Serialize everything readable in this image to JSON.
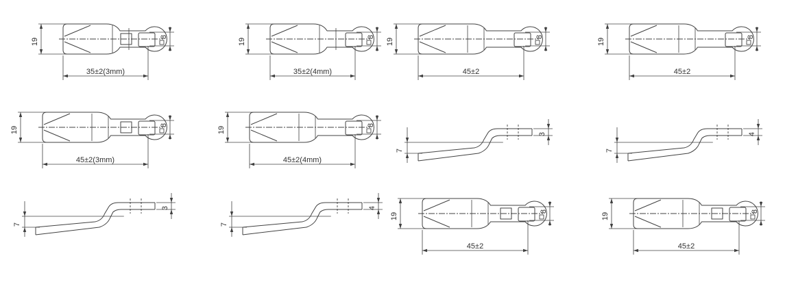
{
  "figures": [
    {
      "id": "a",
      "kind": "top",
      "height_label": "19",
      "width_label": "35±2(3mm)",
      "hole_label": "8",
      "extra_square": true
    },
    {
      "id": "b",
      "kind": "top",
      "height_label": "19",
      "width_label": "35±2(4mm)",
      "hole_label": "8",
      "extra_square": false
    },
    {
      "id": "c",
      "kind": "top",
      "height_label": "19",
      "width_label": "45±2",
      "hole_label": "8",
      "extra_square": false
    },
    {
      "id": "d",
      "kind": "top",
      "height_label": "19",
      "width_label": "45±2",
      "hole_label": "8",
      "extra_square": false
    },
    {
      "id": "e",
      "kind": "top",
      "height_label": "19",
      "width_label": "45±2(3mm)",
      "hole_label": "8",
      "extra_square": true
    },
    {
      "id": "f",
      "kind": "top",
      "height_label": "19",
      "width_label": "45±2(4mm)",
      "hole_label": "8",
      "extra_square": false
    },
    {
      "id": "g",
      "kind": "side",
      "left_label": "7",
      "right_label": "3"
    },
    {
      "id": "h",
      "kind": "side",
      "left_label": "7",
      "right_label": "4"
    },
    {
      "id": "i",
      "kind": "side",
      "left_label": "7",
      "right_label": "3"
    },
    {
      "id": "j",
      "kind": "side",
      "left_label": "7",
      "right_label": "4"
    },
    {
      "id": "k",
      "kind": "top",
      "height_label": "19",
      "width_label": "45±2",
      "hole_label": "8",
      "extra_square": true
    },
    {
      "id": "l",
      "kind": "top",
      "height_label": "19",
      "width_label": "45±2",
      "hole_label": "8",
      "extra_square": true
    }
  ],
  "colors": {
    "line": "#404040",
    "text": "#303030",
    "background": "#ffffff"
  }
}
